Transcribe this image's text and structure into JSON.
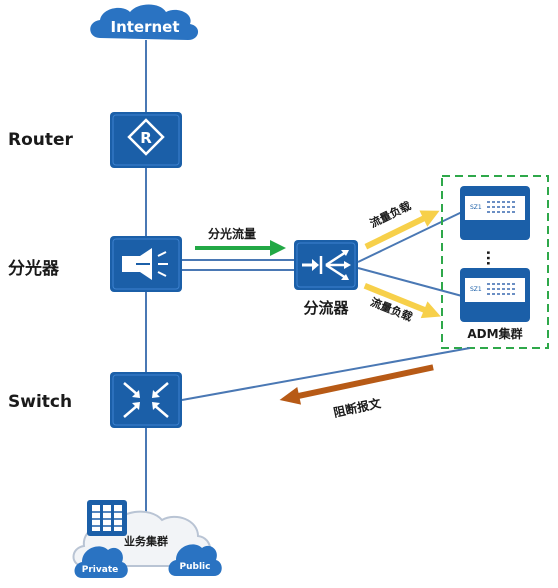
{
  "nodes": {
    "internet": "Internet",
    "router": "Router",
    "splitter": "分光器",
    "switch": "Switch",
    "diverter": "分流器",
    "adm_cluster": "ADM集群",
    "adm_device_tag": "SZ1",
    "business_cluster": "业务集群",
    "private_cloud": "Private",
    "public_cloud": "Public"
  },
  "arrows": {
    "split_traffic": "分光流量",
    "load_balance_top": "流量负载",
    "load_balance_bottom": "流量负载",
    "block_packet": "阻断报文"
  },
  "ellipsis": "...",
  "colors": {
    "node_blue": "#1b5fa8",
    "line_blue": "#4a78b4",
    "arrow_green": "#22a845",
    "arrow_yellow": "#f7d04a",
    "arrow_brown": "#b75a16",
    "dashed_green": "#2ea84a",
    "cloud_blue": "#2a73c2"
  }
}
